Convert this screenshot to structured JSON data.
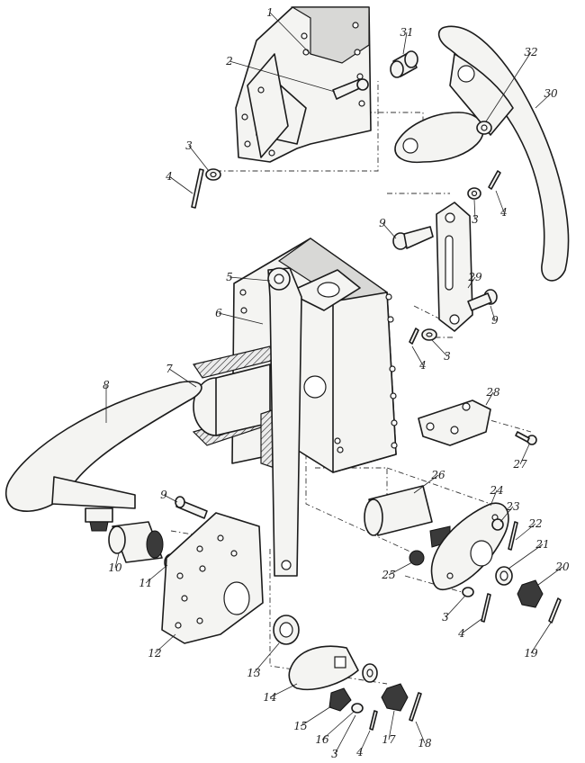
{
  "callouts": [
    {
      "id": "1",
      "label": "1"
    },
    {
      "id": "2",
      "label": "2"
    },
    {
      "id": "3a",
      "label": "3"
    },
    {
      "id": "4a",
      "label": "4"
    },
    {
      "id": "31",
      "label": "31"
    },
    {
      "id": "32",
      "label": "32"
    },
    {
      "id": "30",
      "label": "30"
    },
    {
      "id": "9a",
      "label": "9"
    },
    {
      "id": "3b",
      "label": "3"
    },
    {
      "id": "4b",
      "label": "4"
    },
    {
      "id": "5",
      "label": "5"
    },
    {
      "id": "6",
      "label": "6"
    },
    {
      "id": "29",
      "label": "29"
    },
    {
      "id": "9b",
      "label": "9"
    },
    {
      "id": "4c",
      "label": "4"
    },
    {
      "id": "3c",
      "label": "3"
    },
    {
      "id": "7",
      "label": "7"
    },
    {
      "id": "8",
      "label": "8"
    },
    {
      "id": "28",
      "label": "28"
    },
    {
      "id": "27",
      "label": "27"
    },
    {
      "id": "26",
      "label": "26"
    },
    {
      "id": "24",
      "label": "24"
    },
    {
      "id": "23",
      "label": "23"
    },
    {
      "id": "22",
      "label": "22"
    },
    {
      "id": "9c",
      "label": "9"
    },
    {
      "id": "10",
      "label": "10"
    },
    {
      "id": "11",
      "label": "11"
    },
    {
      "id": "25",
      "label": "25"
    },
    {
      "id": "21",
      "label": "21"
    },
    {
      "id": "20",
      "label": "20"
    },
    {
      "id": "12",
      "label": "12"
    },
    {
      "id": "3d",
      "label": "3"
    },
    {
      "id": "4d",
      "label": "4"
    },
    {
      "id": "19",
      "label": "19"
    },
    {
      "id": "13",
      "label": "13"
    },
    {
      "id": "14",
      "label": "14"
    },
    {
      "id": "15",
      "label": "15"
    },
    {
      "id": "16",
      "label": "16"
    },
    {
      "id": "3e",
      "label": "3"
    },
    {
      "id": "4e",
      "label": "4"
    },
    {
      "id": "17",
      "label": "17"
    },
    {
      "id": "18",
      "label": "18"
    }
  ]
}
